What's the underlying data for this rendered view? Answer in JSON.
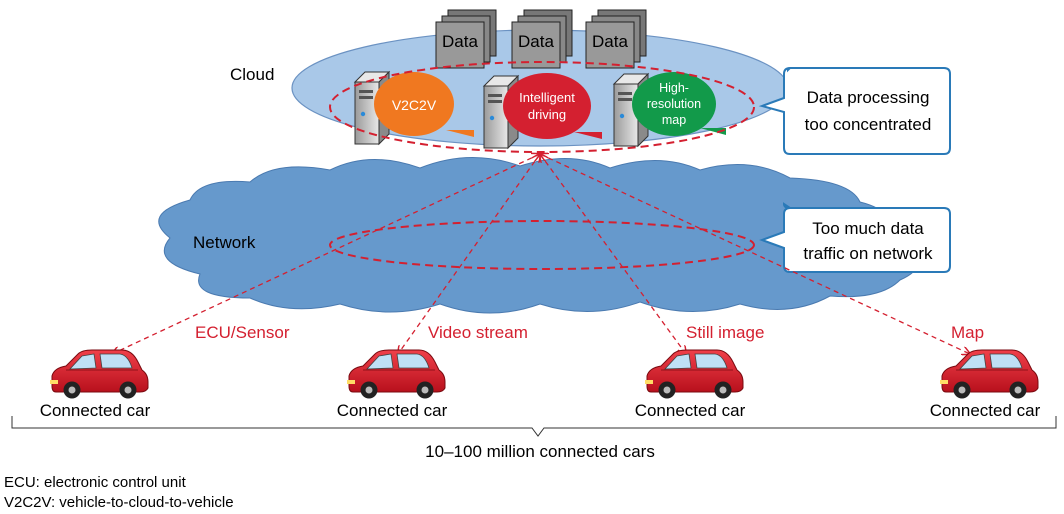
{
  "cloud": {
    "label": "Cloud",
    "data_boxes": [
      "Data",
      "Data",
      "Data"
    ],
    "services": [
      {
        "label_lines": [
          "V2C2V"
        ],
        "color": "#f07820"
      },
      {
        "label_lines": [
          "Intelligent",
          "driving"
        ],
        "color": "#d42030"
      },
      {
        "label_lines": [
          "High-",
          "resolution",
          "map"
        ],
        "color": "#129a4a"
      }
    ],
    "callout_lines": [
      "Data processing",
      "too concentrated"
    ]
  },
  "network": {
    "label": "Network",
    "callout_lines": [
      "Too much data",
      "traffic on network"
    ]
  },
  "flows": [
    "ECU/Sensor",
    "Video stream",
    "Still image",
    "Map"
  ],
  "cars": [
    "Connected car",
    "Connected car",
    "Connected car",
    "Connected car"
  ],
  "bracket_label": "10–100 million connected cars",
  "footnotes": [
    "ECU: electronic control unit",
    "V2C2V: vehicle-to-cloud-to-vehicle"
  ],
  "colors": {
    "red_text": "#d42030",
    "callout_border": "#2a7ab8",
    "network_fill": "#6699cc",
    "cloud_fill": "#a9c8e8"
  }
}
